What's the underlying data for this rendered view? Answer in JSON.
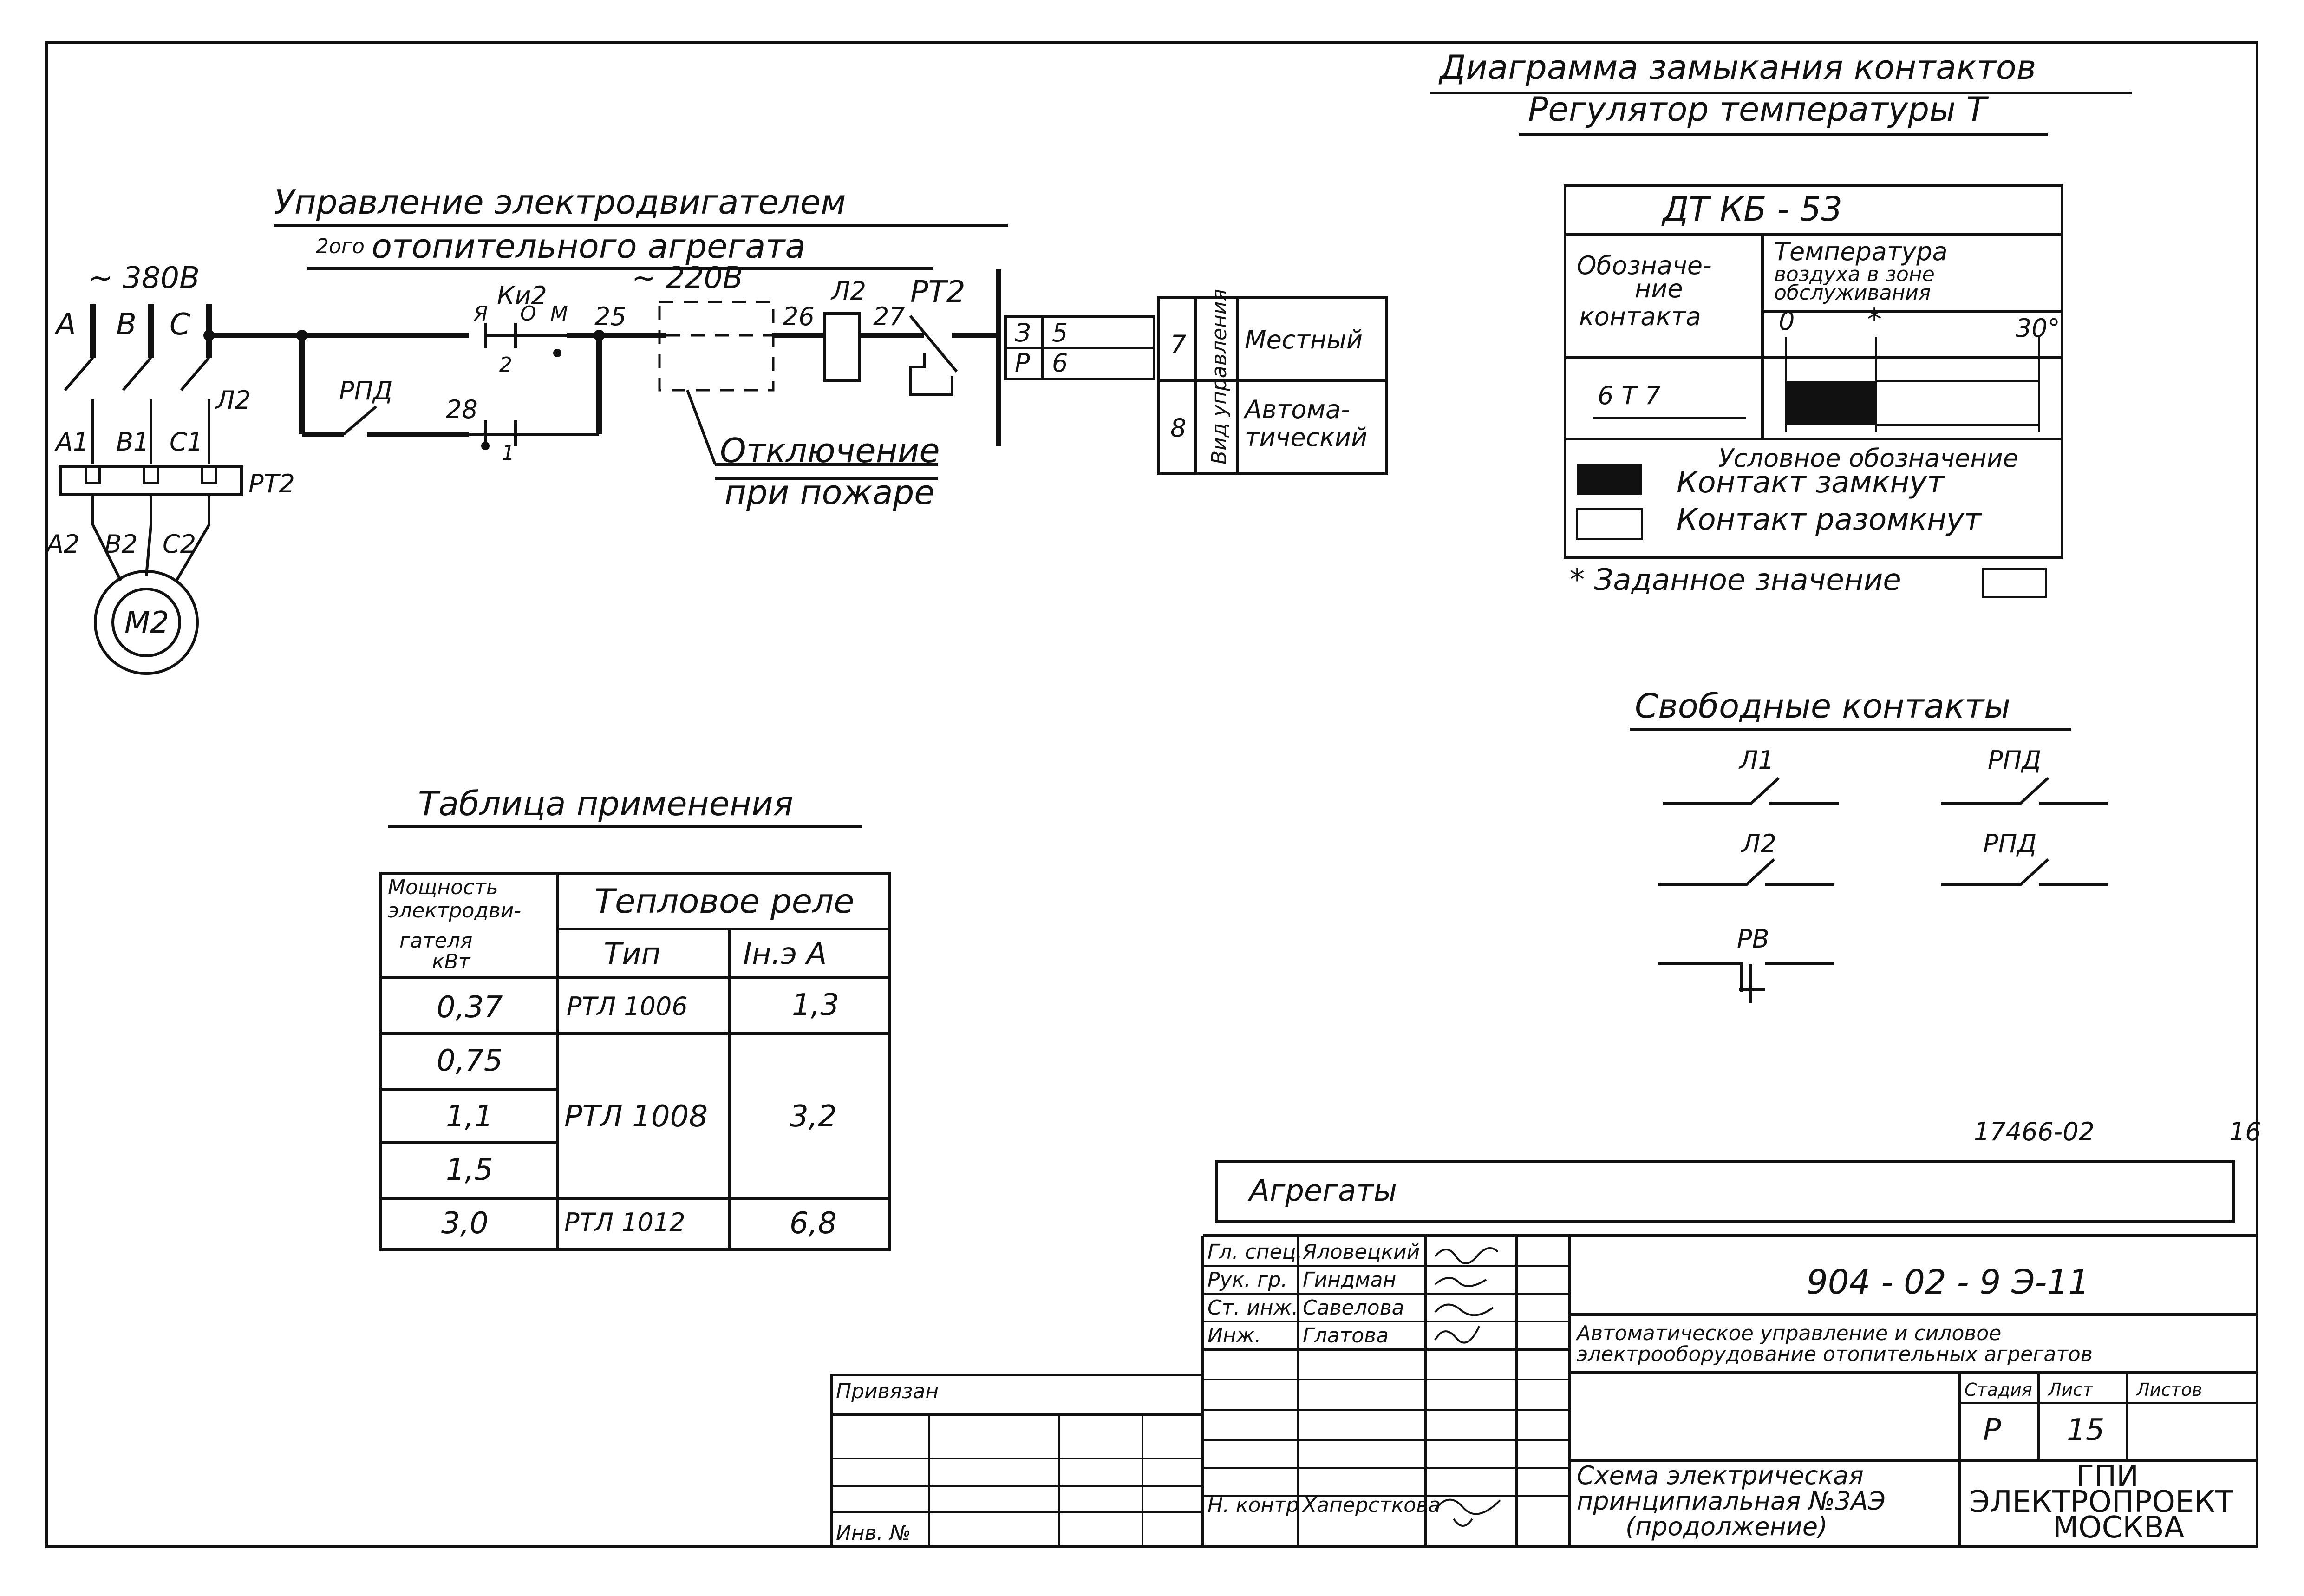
{
  "power": {
    "supply": "~ 380В",
    "phases": [
      "A",
      "B",
      "C"
    ],
    "phase_mid": [
      "A1",
      "B1",
      "C1"
    ],
    "phase_low": [
      "A2",
      "B2",
      "C2"
    ],
    "contactor_label": "Л2",
    "overload_label": "РТ2",
    "motor_label": "М2"
  },
  "control": {
    "title_line1": "Управление электродвигателем",
    "title_line2_sup": "2ого",
    "title_line2": "отопительного агрегата",
    "switch_label": "Ки2",
    "switch_positions": [
      "Я",
      "О",
      "М"
    ],
    "contact_2": "2",
    "contact_1": "1",
    "wire_25": "25",
    "wire_26": "26",
    "wire_27": "27",
    "wire_28": "28",
    "voltage": "~ 220В",
    "relay_pd": "РПД",
    "coil_label": "Л2",
    "thermo_label": "РТ2",
    "fire_note_1": "Отключение",
    "fire_note_2": "при пожаре"
  },
  "mode_table": {
    "rows": [
      [
        "З",
        "5",
        "7"
      ],
      [
        "Р",
        "6",
        "8"
      ]
    ],
    "vertical_label": "Вид управления",
    "mode_local": "Местный",
    "mode_auto_1": "Автома-",
    "mode_auto_2": "тический"
  },
  "contact_diagram": {
    "title_1": "Диаграмма замыкания контактов",
    "title_2": "Регулятор температуры Т",
    "device": "ДТ КБ - 53",
    "col1_1": "Обозначе-",
    "col1_2": "ние",
    "col1_3": "контакта",
    "col2_1": "Температура",
    "col2_2": "воздуха в зоне",
    "col2_3": "обслуживания",
    "scale_start": "0",
    "scale_mark": "*",
    "scale_end": "30°",
    "contact": "6 Т 7",
    "legend_title": "Условное обозначение",
    "legend_closed": "Контакт замкнут",
    "legend_open": "Контакт разомкнут",
    "setpoint_note": "* Заданное значение"
  },
  "free_contacts": {
    "title": "Свободные контакты",
    "items": [
      "Л1",
      "РПД",
      "Л2",
      "РПД",
      "РВ"
    ]
  },
  "application_table": {
    "title": "Таблица применения",
    "header_power_1": "Мощность",
    "header_power_2": "электродви-",
    "header_power_3": "гателя",
    "header_power_4": "кВт",
    "header_relay": "Тепловое реле",
    "header_type": "Тип",
    "header_current": "Iн.э А",
    "rows": [
      {
        "power": "0,37",
        "type": "РТЛ 1006",
        "current": "1,3"
      },
      {
        "power": "0,75",
        "type": "",
        "current": ""
      },
      {
        "power": "1,1",
        "type": "РТЛ 1008",
        "current": "3,2"
      },
      {
        "power": "1,5",
        "type": "",
        "current": ""
      },
      {
        "power": "3,0",
        "type": "РТЛ 1012",
        "current": "6,8"
      }
    ]
  },
  "title_block": {
    "archive_no": "17466-02",
    "page_no": "16",
    "section": "Агрегаты",
    "doc_code": "904 - 02 - 9 Э-11",
    "project_1": "Автоматическое управление и силовое",
    "project_2": "электрооборудование отопительных агрегатов",
    "stage_label": "Стадия",
    "sheet_label": "Лист",
    "sheets_label": "Листов",
    "stage": "Р",
    "sheet": "15",
    "drawing_1": "Схема электрическая",
    "drawing_2": "принципиальная №3АЭ",
    "drawing_3": "(продолжение)",
    "org_1": "ГПИ",
    "org_2": "ЭЛЕКТРОПРОЕКТ",
    "org_3": "МОСКВА",
    "linked": "Привязан",
    "inv": "Инв. №",
    "staff": [
      {
        "role": "Гл. спец.",
        "name": "Яловецкий"
      },
      {
        "role": "Рук. гр.",
        "name": "Гиндман"
      },
      {
        "role": "Ст. инж.",
        "name": "Савелова"
      },
      {
        "role": "Инж.",
        "name": "Глатова"
      }
    ],
    "norm_control_role": "Н. контр",
    "norm_control_name": "Хаперсткова"
  }
}
